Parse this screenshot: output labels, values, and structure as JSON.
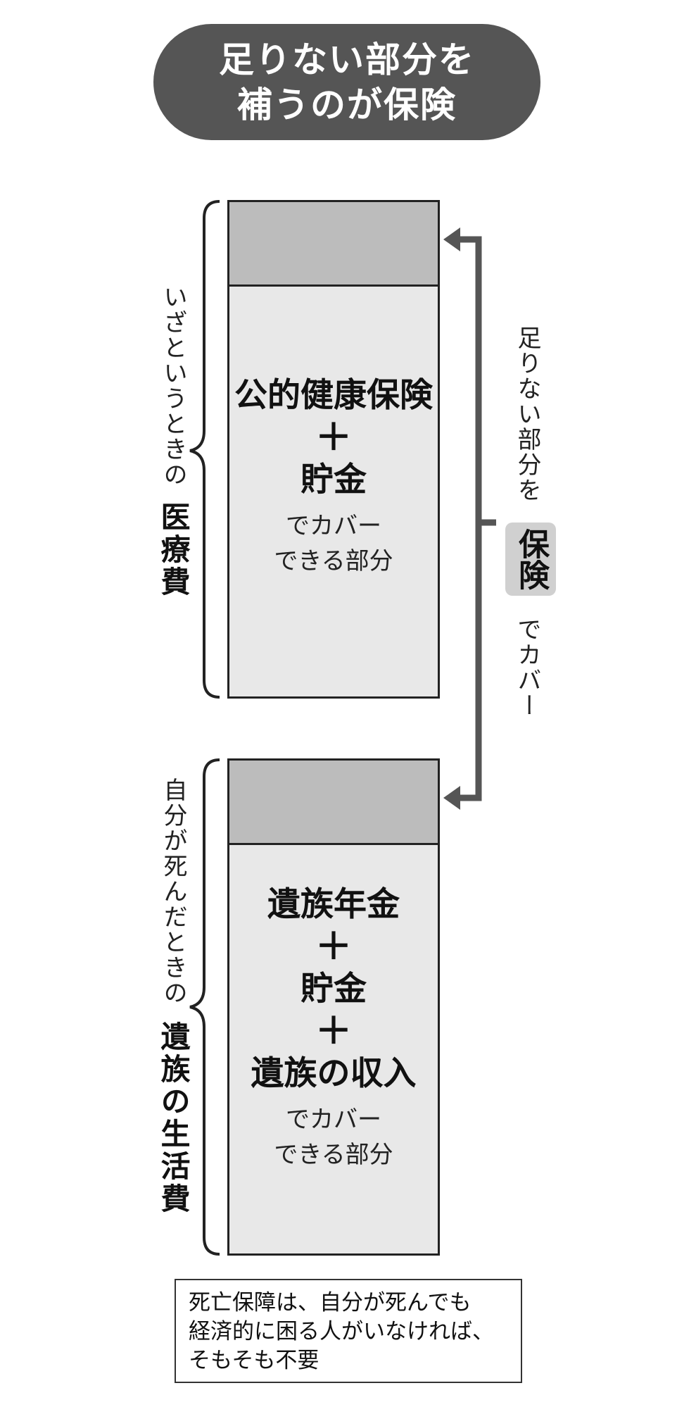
{
  "title": {
    "line1": "足りない部分を",
    "line2": "補うのが保険"
  },
  "medical": {
    "side_label_normal": "いざというときの",
    "side_label_bold": "医療費",
    "box": {
      "item1": "公的健康保険",
      "plus": "＋",
      "item2": "貯金",
      "caption_line1": "でカバー",
      "caption_line2": "できる部分"
    }
  },
  "survivor": {
    "side_label_normal": "自分が死んだときの",
    "side_label_bold": "遺族の生活費",
    "box": {
      "item1": "遺族年金",
      "plus1": "＋",
      "item2": "貯金",
      "plus2": "＋",
      "item3": "遺族の収入",
      "caption_line1": "でカバー",
      "caption_line2": "できる部分"
    }
  },
  "connector": {
    "label_top": "足りない部分を",
    "label_highlight": "保険",
    "label_bottom": "でカバー"
  },
  "note": {
    "line1": "死亡保障は、自分が死んでも",
    "line2": "経済的に困る人がいなければ、",
    "line3": "そもそも不要"
  },
  "colors": {
    "pill": "#555555",
    "shortfall": "#bcbcbc",
    "covered": "#e8e8e8",
    "arrow": "#555555"
  }
}
